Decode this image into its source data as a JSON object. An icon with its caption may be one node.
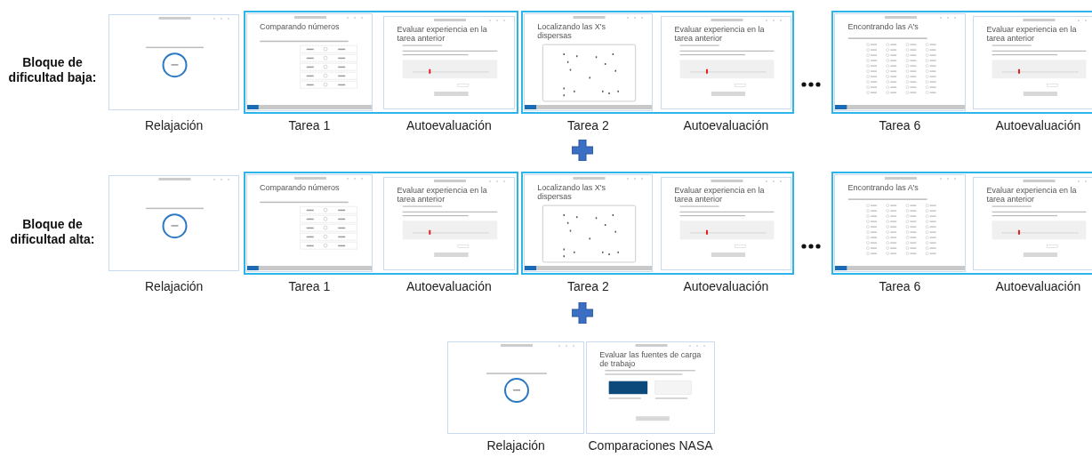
{
  "diagram": {
    "nodes": [
      {
        "text": [],
        "shape": "picture",
        "beside": [
          "Relajación"
        ]
      },
      {
        "text": [],
        "shape": "box"
      },
      {
        "text": [
          "Comparando números"
        ],
        "in": 1,
        "beside": [
          "Tarea 1"
        ]
      },
      {
        "text": [
          "Evaluar experiencia en la tarea anterior"
        ],
        "in": 1,
        "beside": [
          "Autoevaluación"
        ]
      },
      {
        "text": [],
        "shape": "box"
      },
      {
        "text": [
          "Localizando las X's dispersas"
        ],
        "in": 4,
        "beside": [
          "Tarea 2"
        ]
      },
      {
        "text": [
          "Evaluar experiencia en la tarea anterior"
        ],
        "in": 4,
        "beside": [
          "Autoevaluación"
        ]
      },
      {
        "text": [],
        "shape": "box"
      },
      {
        "text": [
          "Encontrando las A's"
        ],
        "in": 7,
        "beside": [
          "Tarea 6"
        ]
      },
      {
        "text": [
          "Evaluar experiencia en la tarea anterior"
        ],
        "in": 7,
        "beside": [
          "Autoevaluación"
        ]
      },
      {
        "text": [],
        "shape": "picture",
        "beside": [
          "Relajación"
        ]
      },
      {
        "text": [],
        "shape": "box"
      },
      {
        "text": [
          "Comparando números"
        ],
        "in": 11,
        "beside": [
          "Tarea 1"
        ]
      },
      {
        "text": [
          "Evaluar experiencia en la tarea anterior"
        ],
        "in": 11,
        "beside": [
          "Autoevaluación"
        ]
      },
      {
        "text": [],
        "shape": "box"
      },
      {
        "text": [
          "Localizando las X's dispersas"
        ],
        "in": 14,
        "beside": [
          "Tarea 2"
        ]
      },
      {
        "text": [
          "Evaluar experiencia en la tarea anterior"
        ],
        "in": 14,
        "beside": [
          "Autoevaluación"
        ]
      },
      {
        "text": [],
        "shape": "box"
      },
      {
        "text": [
          "Encontrando las A's"
        ],
        "in": 17,
        "beside": [
          "Tarea 6"
        ]
      },
      {
        "text": [
          "Evaluar experiencia en la tarea anterior"
        ],
        "in": 17,
        "beside": [
          "Autoevaluación"
        ]
      },
      {
        "text": [],
        "shape": "picture",
        "beside": [
          "Relajación"
        ]
      },
      {
        "text": [
          "Evaluar las fuentes de carga de trabajo"
        ],
        "beside": [
          "Comparaciones NASA"
        ]
      }
    ],
    "labels": [
      "Bloque de dificultad baja:",
      "Bloque de dificultad alta:"
    ]
  }
}
